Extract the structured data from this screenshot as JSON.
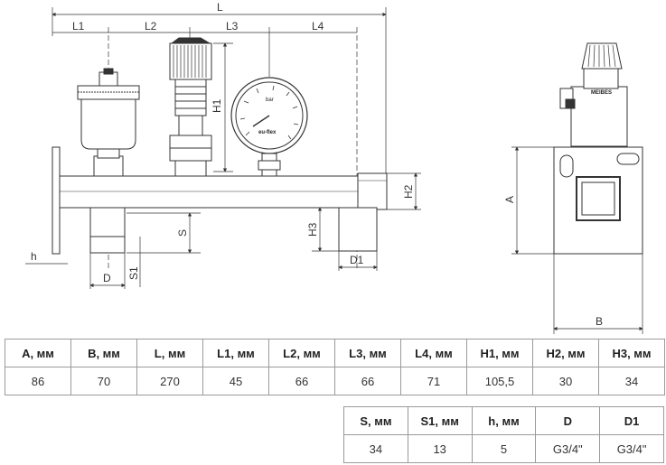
{
  "drawing": {
    "dimensions": {
      "L": "L",
      "L1": "L1",
      "L2": "L2",
      "L3": "L3",
      "L4": "L4",
      "H1": "H1",
      "H2": "H2",
      "H3": "H3",
      "S": "S",
      "S1": "S1",
      "h": "h",
      "D": "D",
      "D1": "D1",
      "A": "A",
      "B": "B"
    },
    "gauge_brand": "eu-flex",
    "gauge_unit": "bar",
    "vent_brand": "MEIBES"
  },
  "table1": {
    "headers": [
      "A, мм",
      "B, мм",
      "L, мм",
      "L1, мм",
      "L2, мм",
      "L3, мм",
      "L4, мм",
      "H1, мм",
      "H2, мм",
      "H3, мм"
    ],
    "values": [
      "86",
      "70",
      "270",
      "45",
      "66",
      "66",
      "71",
      "105,5",
      "30",
      "34"
    ]
  },
  "table2": {
    "headers": [
      "S, мм",
      "S1, мм",
      "h, мм",
      "D",
      "D1"
    ],
    "values": [
      "34",
      "13",
      "5",
      "G3/4\"",
      "G3/4\""
    ]
  }
}
